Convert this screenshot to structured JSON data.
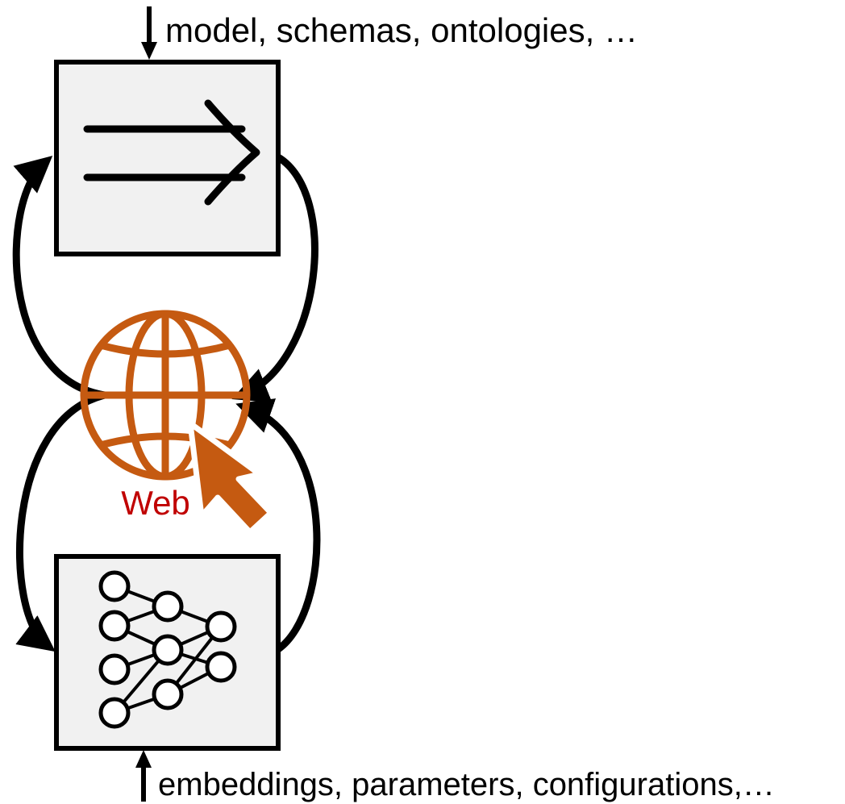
{
  "top_input": {
    "text": "model, schemas, ontologies, …"
  },
  "bottom_input": {
    "text": "embeddings,  parameters, configurations,…"
  },
  "web": {
    "label": "Web"
  },
  "colors": {
    "line": "#000000",
    "box_fill": "#f1f1f1",
    "globe": "#c55a11",
    "web_label": "#c00000"
  },
  "icons": {
    "top_box": "implication-arrow-icon",
    "bottom_box": "neural-network-icon",
    "center": "globe-cursor-icon"
  }
}
